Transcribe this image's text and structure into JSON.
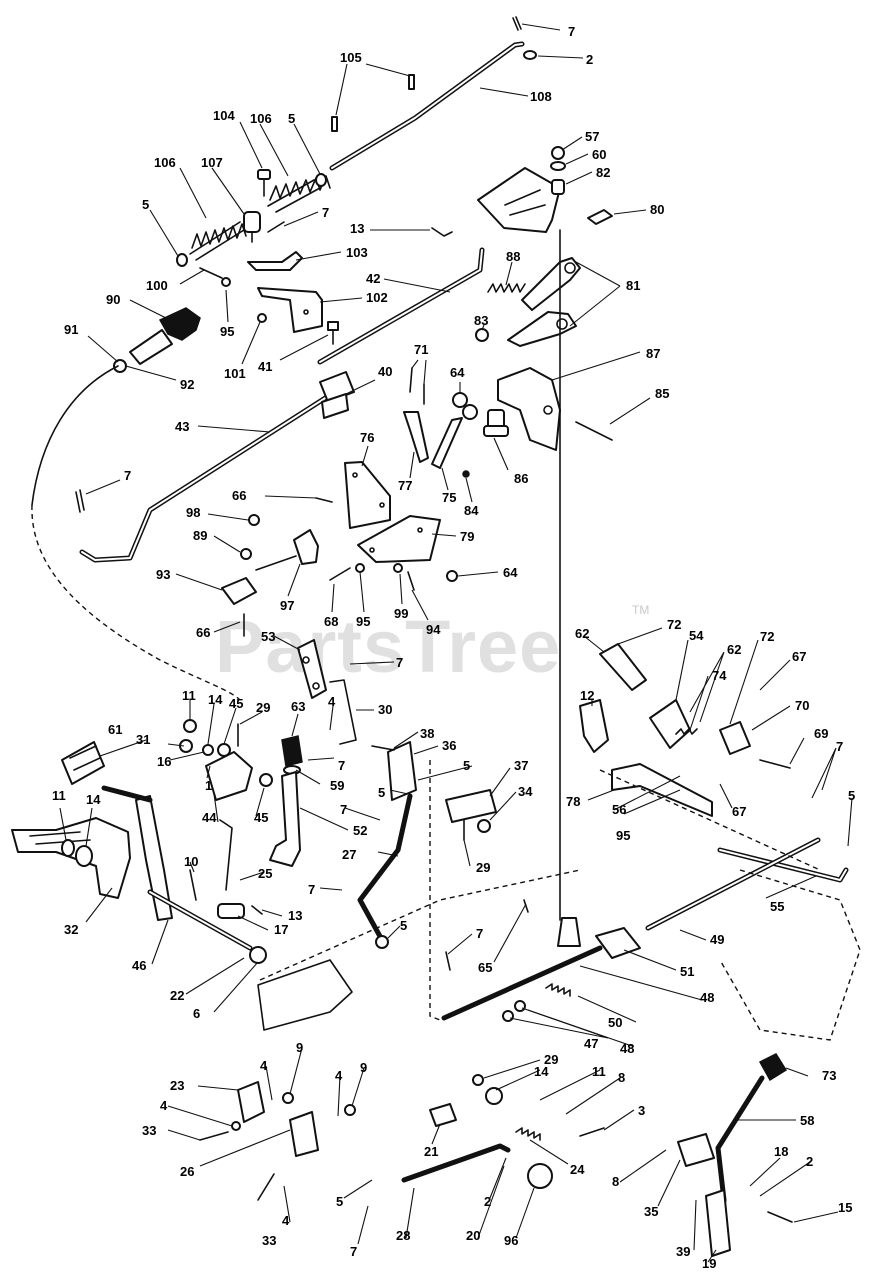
{
  "watermark": {
    "brand": "PartsTree",
    "trademark": "TM"
  },
  "callouts": [
    {
      "id": "c7a",
      "label": "7"
    },
    {
      "id": "c2a",
      "label": "2"
    },
    {
      "id": "c105",
      "label": "105"
    },
    {
      "id": "c108",
      "label": "108"
    },
    {
      "id": "c104",
      "label": "104"
    },
    {
      "id": "c106a",
      "label": "106"
    },
    {
      "id": "c5a",
      "label": "5"
    },
    {
      "id": "c57",
      "label": "57"
    },
    {
      "id": "c60",
      "label": "60"
    },
    {
      "id": "c82",
      "label": "82"
    },
    {
      "id": "c106b",
      "label": "106"
    },
    {
      "id": "c107",
      "label": "107"
    },
    {
      "id": "c80",
      "label": "80"
    },
    {
      "id": "c5b",
      "label": "5"
    },
    {
      "id": "c7b",
      "label": "7"
    },
    {
      "id": "c13a",
      "label": "13"
    },
    {
      "id": "c103",
      "label": "103"
    },
    {
      "id": "c42",
      "label": "42"
    },
    {
      "id": "c88",
      "label": "88"
    },
    {
      "id": "c100",
      "label": "100"
    },
    {
      "id": "c102",
      "label": "102"
    },
    {
      "id": "c81",
      "label": "81"
    },
    {
      "id": "c90",
      "label": "90"
    },
    {
      "id": "c95a",
      "label": "95"
    },
    {
      "id": "c83",
      "label": "83"
    },
    {
      "id": "c91",
      "label": "91"
    },
    {
      "id": "c41",
      "label": "41"
    },
    {
      "id": "c101",
      "label": "101"
    },
    {
      "id": "c92",
      "label": "92"
    },
    {
      "id": "c87",
      "label": "87"
    },
    {
      "id": "c71",
      "label": "71"
    },
    {
      "id": "c64a",
      "label": "64"
    },
    {
      "id": "c40",
      "label": "40"
    },
    {
      "id": "c85",
      "label": "85"
    },
    {
      "id": "c43",
      "label": "43"
    },
    {
      "id": "c76",
      "label": "76"
    },
    {
      "id": "c77",
      "label": "77"
    },
    {
      "id": "c75",
      "label": "75"
    },
    {
      "id": "c86",
      "label": "86"
    },
    {
      "id": "c7c",
      "label": "7"
    },
    {
      "id": "c84",
      "label": "84"
    },
    {
      "id": "c66a",
      "label": "66"
    },
    {
      "id": "c98",
      "label": "98"
    },
    {
      "id": "c79",
      "label": "79"
    },
    {
      "id": "c89",
      "label": "89"
    },
    {
      "id": "c64b",
      "label": "64"
    },
    {
      "id": "c93",
      "label": "93"
    },
    {
      "id": "c97",
      "label": "97"
    },
    {
      "id": "c68",
      "label": "68"
    },
    {
      "id": "c95b",
      "label": "95"
    },
    {
      "id": "c99",
      "label": "99"
    },
    {
      "id": "c94",
      "label": "94"
    },
    {
      "id": "c66b",
      "label": "66"
    },
    {
      "id": "c53",
      "label": "53"
    },
    {
      "id": "c62a",
      "label": "62"
    },
    {
      "id": "c72a",
      "label": "72"
    },
    {
      "id": "c54",
      "label": "54"
    },
    {
      "id": "c7d",
      "label": "7"
    },
    {
      "id": "c62b",
      "label": "62"
    },
    {
      "id": "c72b",
      "label": "72"
    },
    {
      "id": "c67a",
      "label": "67"
    },
    {
      "id": "c74",
      "label": "74"
    },
    {
      "id": "c12",
      "label": "12"
    },
    {
      "id": "c11a",
      "label": "11"
    },
    {
      "id": "c14a",
      "label": "14"
    },
    {
      "id": "c45a",
      "label": "45"
    },
    {
      "id": "c29a",
      "label": "29"
    },
    {
      "id": "c63",
      "label": "63"
    },
    {
      "id": "c4a",
      "label": "4"
    },
    {
      "id": "c30",
      "label": "30"
    },
    {
      "id": "c70",
      "label": "70"
    },
    {
      "id": "c61",
      "label": "61"
    },
    {
      "id": "c31",
      "label": "31"
    },
    {
      "id": "c38",
      "label": "38"
    },
    {
      "id": "c36",
      "label": "36"
    },
    {
      "id": "c69",
      "label": "69"
    },
    {
      "id": "c7e",
      "label": "7"
    },
    {
      "id": "c16",
      "label": "16"
    },
    {
      "id": "c7f",
      "label": "7"
    },
    {
      "id": "c59",
      "label": "59"
    },
    {
      "id": "c1",
      "label": "1"
    },
    {
      "id": "c5c",
      "label": "5"
    },
    {
      "id": "c37",
      "label": "37"
    },
    {
      "id": "c78",
      "label": "78"
    },
    {
      "id": "c56",
      "label": "56"
    },
    {
      "id": "c44",
      "label": "44"
    },
    {
      "id": "c45b",
      "label": "45"
    },
    {
      "id": "c5d",
      "label": "5"
    },
    {
      "id": "c34",
      "label": "34"
    },
    {
      "id": "c67b",
      "label": "67"
    },
    {
      "id": "c5e",
      "label": "5"
    },
    {
      "id": "c95c",
      "label": "95"
    },
    {
      "id": "c11b",
      "label": "11"
    },
    {
      "id": "c14b",
      "label": "14"
    },
    {
      "id": "c7g",
      "label": "7"
    },
    {
      "id": "c52",
      "label": "52"
    },
    {
      "id": "c29b",
      "label": "29"
    },
    {
      "id": "c27",
      "label": "27"
    },
    {
      "id": "c10",
      "label": "10"
    },
    {
      "id": "c25",
      "label": "25"
    },
    {
      "id": "c55",
      "label": "55"
    },
    {
      "id": "c32",
      "label": "32"
    },
    {
      "id": "c7h",
      "label": "7"
    },
    {
      "id": "c13b",
      "label": "13"
    },
    {
      "id": "c17",
      "label": "17"
    },
    {
      "id": "c5f",
      "label": "5"
    },
    {
      "id": "c49",
      "label": "49"
    },
    {
      "id": "c7i",
      "label": "7"
    },
    {
      "id": "c46",
      "label": "46"
    },
    {
      "id": "c65",
      "label": "65"
    },
    {
      "id": "c51",
      "label": "51"
    },
    {
      "id": "c22",
      "label": "22"
    },
    {
      "id": "c48a",
      "label": "48"
    },
    {
      "id": "c50",
      "label": "50"
    },
    {
      "id": "c6",
      "label": "6"
    },
    {
      "id": "c47",
      "label": "47"
    },
    {
      "id": "c48b",
      "label": "48"
    },
    {
      "id": "c29c",
      "label": "29"
    },
    {
      "id": "c73",
      "label": "73"
    },
    {
      "id": "c14c",
      "label": "14"
    },
    {
      "id": "c11c",
      "label": "11"
    },
    {
      "id": "c8a",
      "label": "8"
    },
    {
      "id": "c4b",
      "label": "4"
    },
    {
      "id": "c9a",
      "label": "9"
    },
    {
      "id": "c4c",
      "label": "4"
    },
    {
      "id": "c9b",
      "label": "9"
    },
    {
      "id": "c23",
      "label": "23"
    },
    {
      "id": "c58",
      "label": "58"
    },
    {
      "id": "c4d",
      "label": "4"
    },
    {
      "id": "c3",
      "label": "3"
    },
    {
      "id": "c33a",
      "label": "33"
    },
    {
      "id": "c21",
      "label": "21"
    },
    {
      "id": "c26",
      "label": "26"
    },
    {
      "id": "c24",
      "label": "24"
    },
    {
      "id": "c8b",
      "label": "8"
    },
    {
      "id": "c18",
      "label": "18"
    },
    {
      "id": "c2b",
      "label": "2"
    },
    {
      "id": "c15",
      "label": "15"
    },
    {
      "id": "c35",
      "label": "35"
    },
    {
      "id": "c2c",
      "label": "2"
    },
    {
      "id": "c5g",
      "label": "5"
    },
    {
      "id": "c4e",
      "label": "4"
    },
    {
      "id": "c33b",
      "label": "33"
    },
    {
      "id": "c20",
      "label": "20"
    },
    {
      "id": "c96",
      "label": "96"
    },
    {
      "id": "c28",
      "label": "28"
    },
    {
      "id": "c7j",
      "label": "7"
    },
    {
      "id": "c39",
      "label": "39"
    },
    {
      "id": "c19",
      "label": "19"
    }
  ]
}
